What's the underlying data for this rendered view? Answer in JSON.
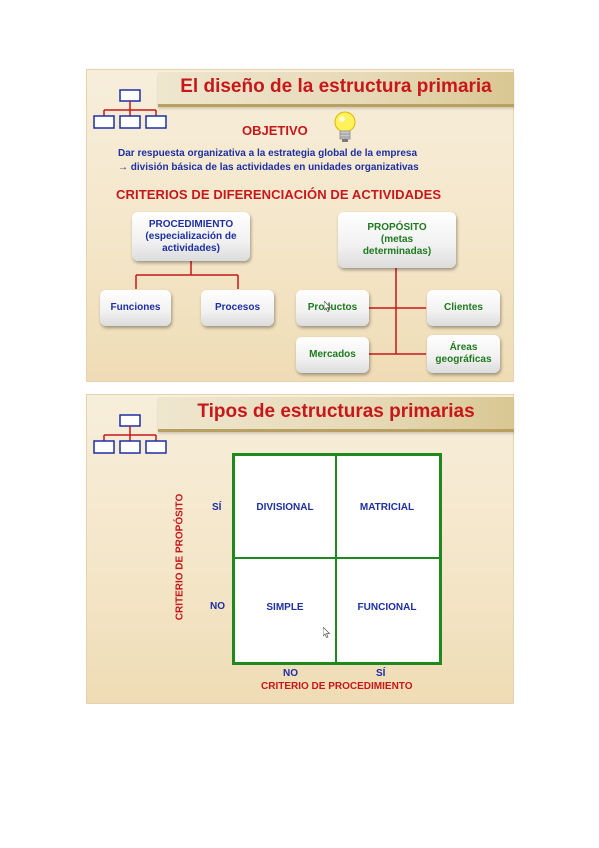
{
  "slide1": {
    "title": "El diseño de la estructura primaria",
    "objetivo_label": "OBJETIVO",
    "objetivo_line1": "Dar respuesta organizativa a la estrategia global de la empresa",
    "objetivo_line2": "→ división básica de las actividades en unidades organizativas",
    "criterios_heading": "CRITERIOS DE DIFERENCIACIÓN DE ACTIVIDADES",
    "procedimiento": {
      "line1": "PROCEDIMIENTO",
      "line2": "(especialización de",
      "line3": "actividades)",
      "children": [
        "Funciones",
        "Procesos"
      ]
    },
    "proposito": {
      "line1": "PROPÓSITO",
      "line2": "(metas",
      "line3": "determinadas)",
      "children": [
        "Productos",
        "Clientes",
        "Mercados"
      ],
      "areas_line1": "Áreas",
      "areas_line2": "geográficas"
    }
  },
  "slide2": {
    "title": "Tipos de estructuras primarias",
    "cells": {
      "top_left": "DIVISIONAL",
      "top_right": "MATRICIAL",
      "bottom_left": "SIMPLE",
      "bottom_right": "FUNCIONAL"
    },
    "y_axis": {
      "title": "CRITERIO DE PROPÓSITO",
      "high": "SÍ",
      "low": "NO"
    },
    "x_axis": {
      "title": "CRITERIO DE PROCEDIMIENTO",
      "low": "NO",
      "high": "SÍ"
    }
  },
  "colors": {
    "title_red": "#c8171a",
    "text_blue": "#1d2fa3",
    "text_green": "#1e7a1e",
    "matrix_green": "#1e8a1e",
    "slide_bg": "#f4e6c9"
  },
  "icons": [
    "org-chart-icon",
    "lightbulb-icon",
    "mouse-cursor-icon"
  ]
}
